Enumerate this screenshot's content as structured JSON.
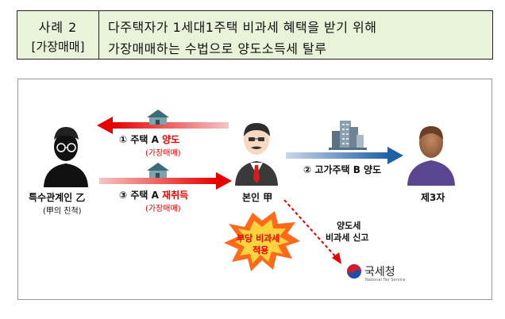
{
  "header": {
    "case_label": "사례 2",
    "case_tag": "[가장매매]",
    "line1": "다주택자가 1세대1주택 비과세 혜택을 받기 위해",
    "line2": "가장매매하는 수법으로 양도소득세 탈루"
  },
  "diagram": {
    "related_party": {
      "name": "특수관계인 乙",
      "sub": "(甲의 친척)"
    },
    "self": {
      "name": "본인 甲"
    },
    "third": {
      "name": "제3자"
    },
    "arrow1": {
      "num": "①",
      "label_pre": "주택 A ",
      "label_hl": "양도",
      "tag": "(가장매매)"
    },
    "arrow2": {
      "num": "②",
      "label": "고가주택 B 양도"
    },
    "arrow3": {
      "num": "③",
      "label_pre": "주택 A ",
      "label_hl": "재취득",
      "tag": "(가장매매)"
    },
    "burst": {
      "line1": "부당 비과세",
      "line2": "적용"
    },
    "report": {
      "line1": "양도세",
      "line2": "비과세 신고"
    },
    "nts": {
      "name": "국세청",
      "sub": "National Tax Service"
    },
    "colors": {
      "red": "#e60000",
      "blue": "#2e6fb0",
      "burst": "#ff6a1a",
      "burst_inner": "#ffd23f",
      "header_bg": "#e9f3da"
    }
  }
}
